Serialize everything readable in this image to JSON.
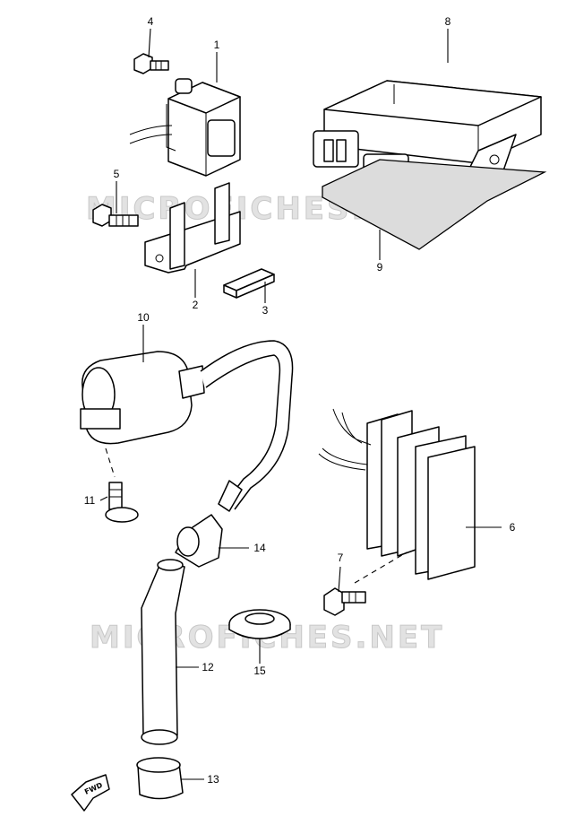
{
  "watermarks": [
    "MICROFICHES.NET",
    "MICROFICHES.NET"
  ],
  "callouts": {
    "p1": "1",
    "p2": "2",
    "p3": "3",
    "p4": "4",
    "p5": "5",
    "p6": "6",
    "p7": "7",
    "p8": "8",
    "p9": "9",
    "p10": "10",
    "p11": "11",
    "p12": "12",
    "p13": "13",
    "p14": "14",
    "p15": "15"
  },
  "direction_marker": "FWD"
}
